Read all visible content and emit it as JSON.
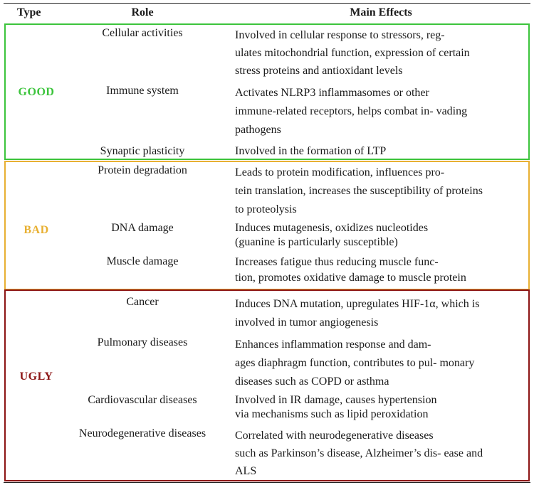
{
  "header": {
    "type": "Type",
    "role": "Role",
    "effects": "Main Effects"
  },
  "colors": {
    "good": "#3cc43c",
    "bad": "#e8b032",
    "ugly": "#8c1414"
  },
  "groups": {
    "good": {
      "label": "GOOD",
      "rows": [
        {
          "role": "Cellular activities",
          "lines": [
            "Involved in cellular response to stressors, reg-",
            "ulates mitochondrial function, expression of certain",
            "stress proteins and antioxidant levels"
          ]
        },
        {
          "role": "Immune system",
          "lines": [
            "Activates NLRP3 inflammasomes or other",
            "immune-related receptors, helps combat in- vading",
            "pathogens"
          ]
        },
        {
          "role": "Synaptic plasticity",
          "lines": [
            "Involved in the formation of LTP"
          ]
        }
      ]
    },
    "bad": {
      "label": "BAD",
      "rows": [
        {
          "role": "Protein degradation",
          "lines": [
            "Leads to protein modification, influences pro-",
            "tein translation, increases the susceptibility of proteins",
            "to proteolysis"
          ]
        },
        {
          "role": "DNA damage",
          "lines": [
            "Induces mutagenesis, oxidizes nucleotides",
            "(guanine is particularly susceptible)"
          ]
        },
        {
          "role": "Muscle damage",
          "lines": [
            "Increases fatigue thus reducing muscle func-",
            "tion, promotes oxidative damage to muscle protein"
          ]
        }
      ]
    },
    "ugly": {
      "label": "UGLY",
      "rows": [
        {
          "role": "Cancer",
          "lines": [
            "Induces DNA mutation, upregulates HIF-1α, which is",
            "involved in tumor angiogenesis"
          ]
        },
        {
          "role": "Pulmonary diseases",
          "lines": [
            "Enhances inflammation response and dam-",
            "ages diaphragm function, contributes to pul- monary",
            "diseases such as COPD or asthma"
          ]
        },
        {
          "role": "Cardiovascular diseases",
          "lines": [
            "Involved in IR damage, causes hypertension",
            "via mechanisms such as lipid peroxidation"
          ]
        },
        {
          "role": "Neurodegenerative diseases",
          "lines": [
            "Correlated with neurodegenerative diseases",
            "such as Parkinson’s disease, Alzheimer’s dis- ease and",
            "ALS"
          ]
        }
      ]
    }
  }
}
